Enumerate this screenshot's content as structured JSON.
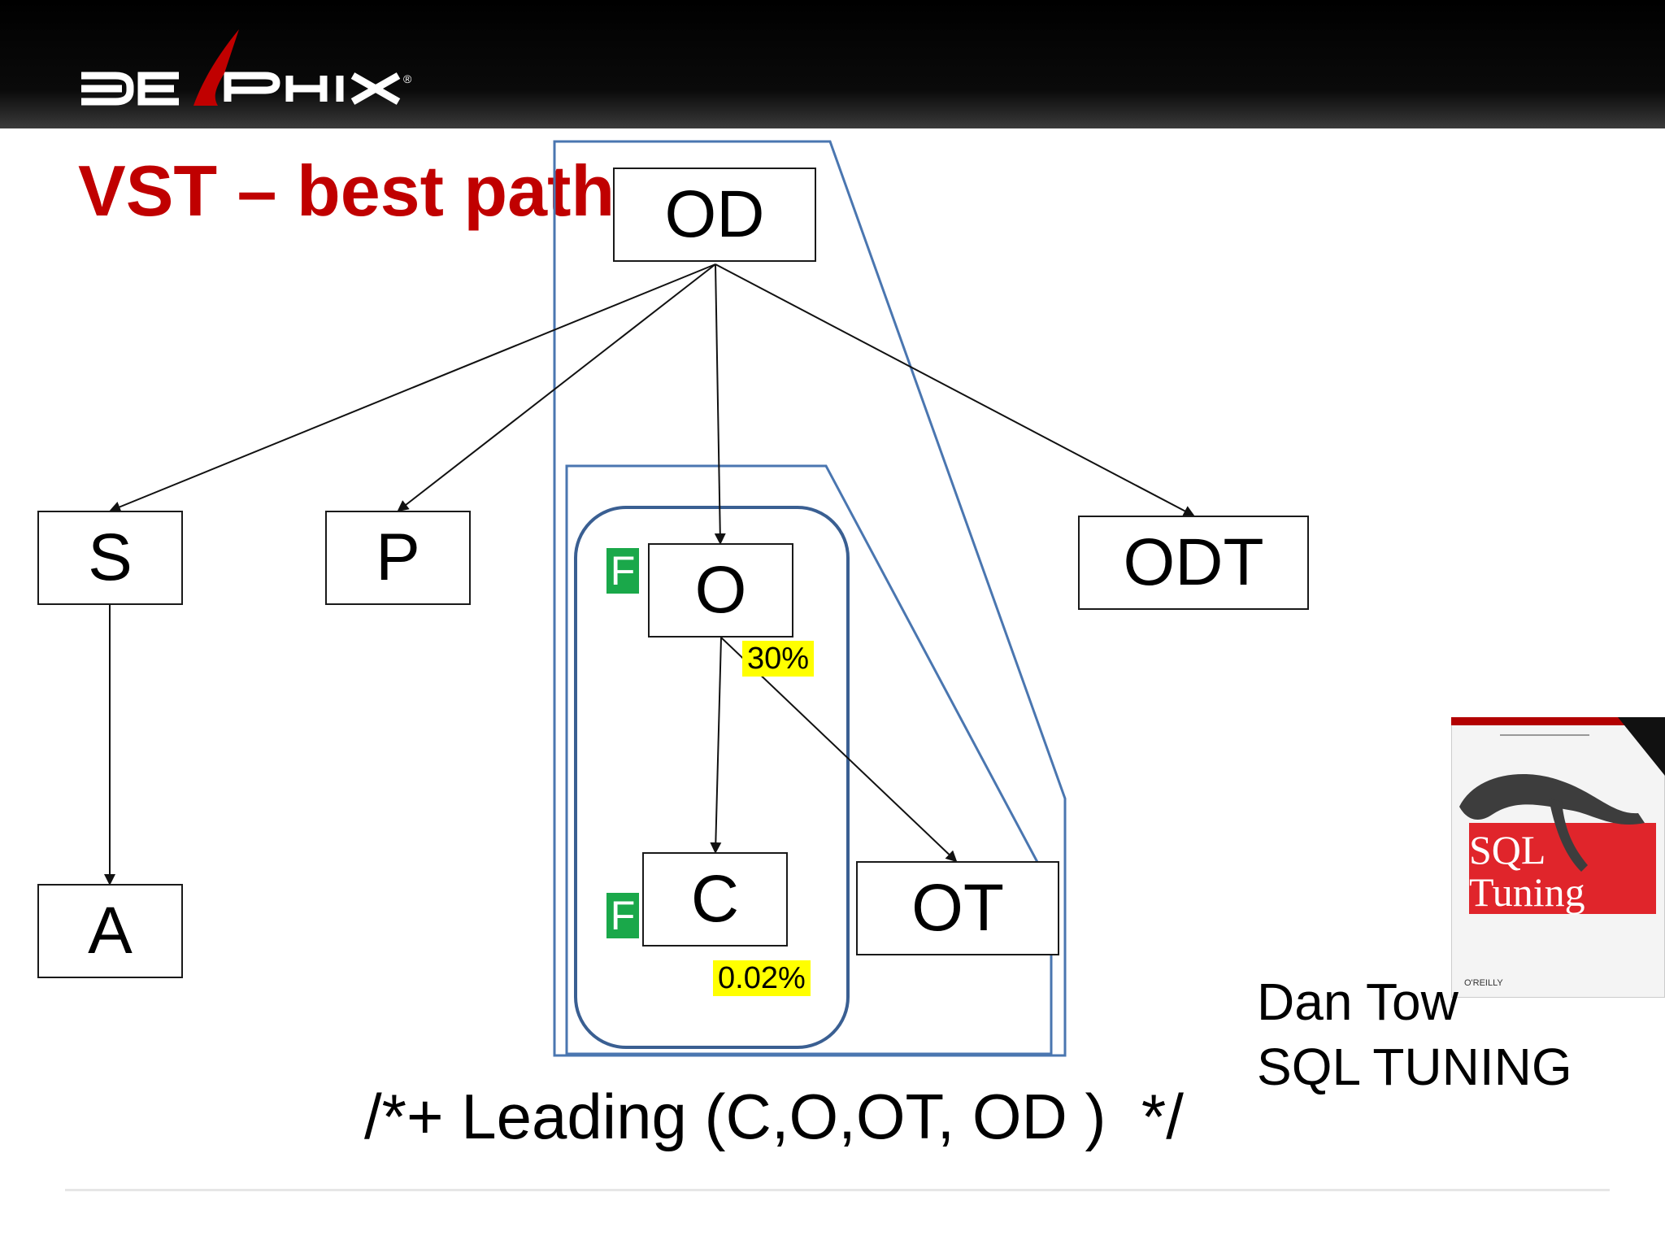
{
  "brand": {
    "logo_text": "DELPHIX"
  },
  "slide": {
    "title": "VST – best path"
  },
  "nodes": {
    "OD": "OD",
    "S": "S",
    "P": "P",
    "O": "O",
    "ODT": "ODT",
    "A": "A",
    "C": "C",
    "OT": "OT"
  },
  "filters": {
    "O": "F",
    "C": "F"
  },
  "percentages": {
    "o_ot": "30%",
    "c": "0.02%"
  },
  "hint": "/*+ Leading (C,O,OT, OD )  */",
  "author": {
    "name": "Dan Tow",
    "book": "SQL TUNING"
  },
  "book_cover": {
    "title_line1": "SQL",
    "title_line2": "Tuning",
    "publisher": "O'REILLY"
  },
  "colors": {
    "title": "#c00000",
    "outline": "#4a76b0",
    "filter": "#1aa84a",
    "highlight": "#ffff00"
  }
}
